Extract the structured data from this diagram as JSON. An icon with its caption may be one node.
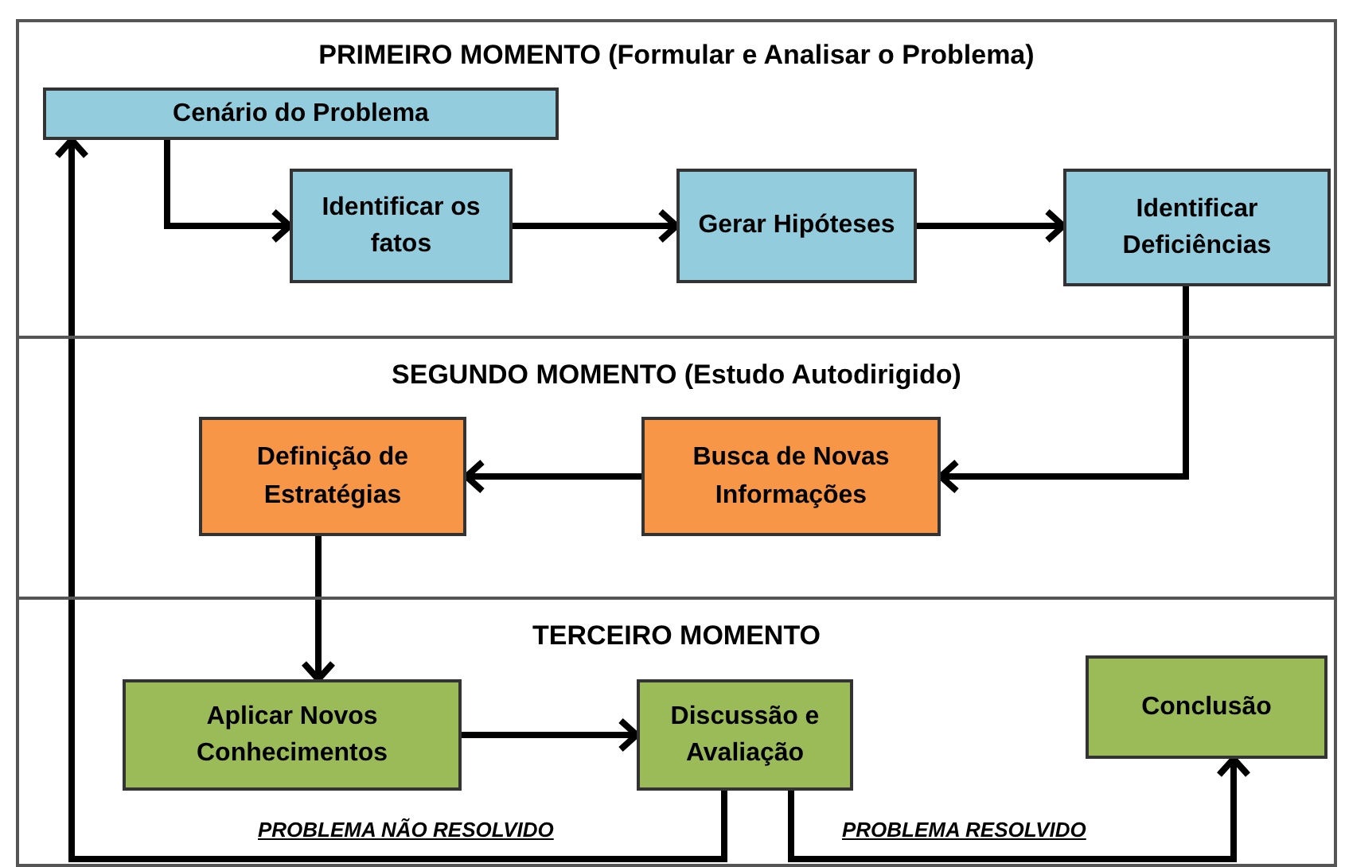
{
  "diagram": {
    "nodes": [
      {
        "text": [
          "PRIMEIRO MOMENTO (Formular e Analisar o Problema)"
        ]
      },
      {
        "text": [
          "Cenário do Problema"
        ],
        "in": 0
      },
      {
        "text": [
          "Identificar os fatos"
        ],
        "in": 0
      },
      {
        "text": [
          "Gerar Hipóteses"
        ],
        "in": 0
      },
      {
        "text": [
          "Identificar Deficiências"
        ],
        "in": 0
      },
      {
        "text": [
          "SEGUNDO MOMENTO (Estudo Autodirigido)"
        ]
      },
      {
        "text": [
          "Definição de Estratégias"
        ],
        "in": 5
      },
      {
        "text": [
          "Busca de Novas Informações"
        ],
        "in": 5
      },
      {
        "text": [
          "TERCEIRO MOMENTO"
        ]
      },
      {
        "text": [
          "Aplicar Novos Conhecimentos"
        ],
        "in": 8
      },
      {
        "text": [
          "Discussão e Avaliação"
        ],
        "in": 8
      },
      {
        "text": [
          "Conclusão"
        ],
        "in": 8
      }
    ],
    "edges": [
      {
        "from": 1,
        "to": 2,
        "arrow": "to"
      },
      {
        "from": 2,
        "to": 3,
        "arrow": "to"
      },
      {
        "from": 3,
        "to": 4,
        "arrow": "to"
      },
      {
        "from": 4,
        "to": 7,
        "arrow": "to"
      },
      {
        "from": 7,
        "to": 6,
        "arrow": "to"
      },
      {
        "from": 6,
        "to": 9,
        "arrow": "to"
      },
      {
        "from": 9,
        "to": 10,
        "arrow": "to"
      },
      {
        "from": 10,
        "to": 1,
        "arrow": "to",
        "label": "PROBLEMA NÃO RESOLVIDO"
      },
      {
        "from": 10,
        "to": 11,
        "arrow": "to",
        "label": "PROBLEMA RESOLVIDO"
      }
    ]
  }
}
